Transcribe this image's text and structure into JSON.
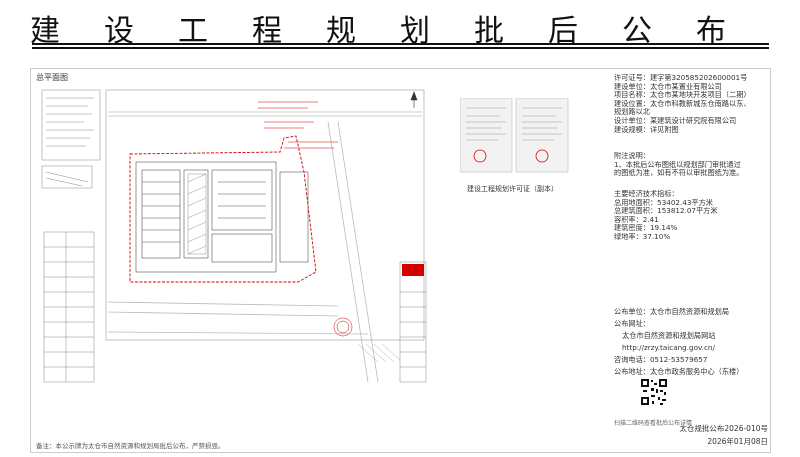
{
  "header": {
    "title": "建设工程规划批后公布"
  },
  "plan": {
    "label": "总平面图"
  },
  "permit": {
    "caption": "建设工程规划许可证（副本）"
  },
  "project_info": [
    "许可证号：建字第320585202600001号",
    "建设单位：太仓市某置业有限公司",
    "项目名称：太仓市某地块开发项目（二期）",
    "建设位置：太仓市科教新城东仓南路以东、",
    "规划路以北",
    "设计单位：某建筑设计研究院有限公司",
    "建设规模：详见附图"
  ],
  "remarks": {
    "title": "附注说明：",
    "lines": [
      "1、本批后公布图纸以规划部门审批通过",
      "的图纸为准，如有不符以审批图纸为准。"
    ]
  },
  "metrics": {
    "title": "主要经济技术指标：",
    "lines": [
      "总用地面积：53402.43平方米",
      "总建筑面积：153812.07平方米",
      "容积率：2.41",
      "建筑密度：19.14%",
      "绿地率：37.10%"
    ]
  },
  "contact": [
    "公布单位：太仓市自然资源和规划局",
    "公布网址：",
    "太仓市自然资源和规划局网站",
    "http://zrzy.taicang.gov.cn/",
    "咨询电话：0512-53579657",
    "公布地址：太仓市政务服务中心（东楼）"
  ],
  "qr_caption": "扫描二维码查看批后公布详情",
  "footer": {
    "doc_no": "太仓规批公布2026-010号",
    "date": "2026年01月08日",
    "note": "备注：本公示牌为太仓市自然资源和规划局批后公布，严禁损毁。"
  },
  "colors": {
    "ink": "#111111",
    "red": "#d40000",
    "building": "#555555",
    "road": "#bbbbbb"
  }
}
